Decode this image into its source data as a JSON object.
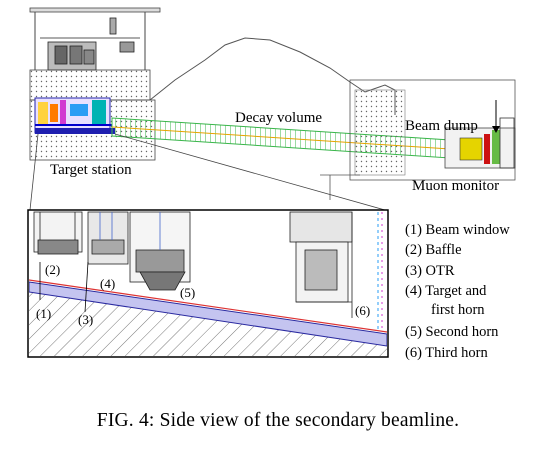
{
  "figure": {
    "caption": "FIG. 4:  Side view of the secondary beamline.",
    "labels": {
      "target_station": "Target station",
      "decay_volume": "Decay volume",
      "beam_dump": "Beam dump",
      "muon_monitor": "Muon monitor"
    },
    "inset_markers": [
      "(1)",
      "(2)",
      "(3)",
      "(4)",
      "(5)",
      "(6)"
    ],
    "legend": [
      "(1) Beam window",
      "(2) Baffle",
      "(3) OTR",
      "(4) Target and",
      "first horn",
      "(5) Second horn",
      "(6) Third horn"
    ]
  }
}
